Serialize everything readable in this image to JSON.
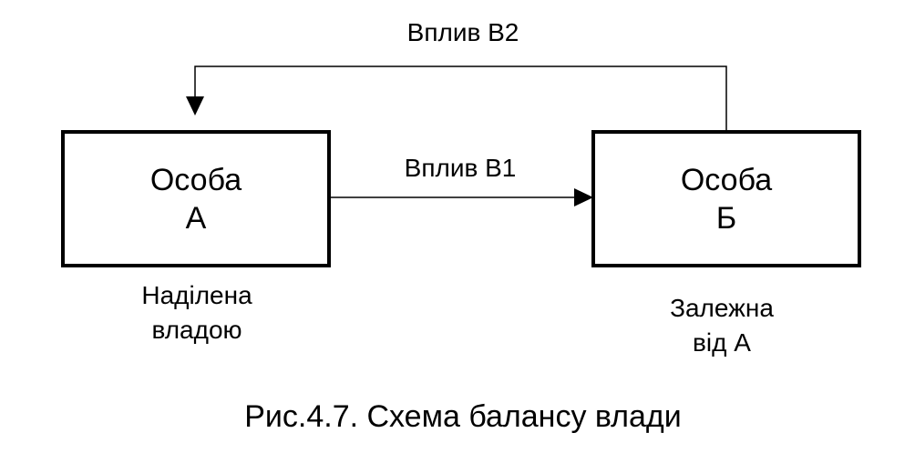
{
  "diagram": {
    "box_a": {
      "line1": "Особа",
      "line2": "А"
    },
    "box_b": {
      "line1": "Особа",
      "line2": "Б"
    },
    "arrow_b1_label": "Вплив В1",
    "arrow_b2_label": "Вплив В2",
    "note_a": {
      "line1": "Наділена",
      "line2": "владою"
    },
    "note_b": {
      "line1": "Залежна",
      "line2": "від А"
    },
    "caption": "Рис.4.7. Схема балансу влади"
  }
}
